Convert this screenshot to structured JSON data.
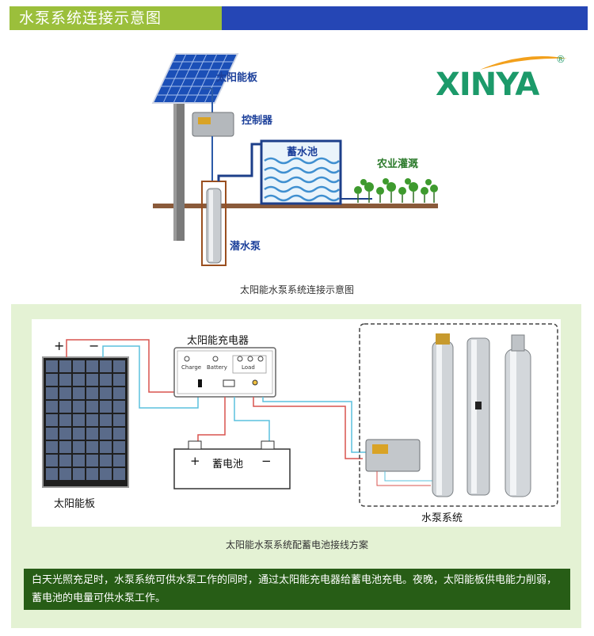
{
  "header": {
    "title": "水泵系统连接示意图",
    "accent_green": "#9bbf3b",
    "accent_blue": "#2546b5"
  },
  "logo": {
    "text": "XINYA",
    "registered": "®",
    "color": "#1c9a6a"
  },
  "diagram1": {
    "labels": {
      "solar_panel": "太阳能板",
      "controller": "控制器",
      "reservoir": "蓄水池",
      "irrigation": "农业灌溉",
      "submersible_pump": "潜水泵"
    },
    "caption": "太阳能水泵系统连接示意图"
  },
  "diagram2": {
    "labels": {
      "charger": "太阳能充电器",
      "charge": "Charge",
      "battery_small": "Battery",
      "load": "Load",
      "battery": "蓄电池",
      "plus": "+",
      "minus": "−",
      "solar_panel": "太阳能板",
      "pump_system": "水泵系统"
    },
    "caption": "太阳能水泵系统配蓄电池接线方案"
  },
  "description": "白天光照充足时，水泵系统可供水泵工作的同时，通过太阳能充电器给蓄电池充电。夜晚，太阳能板供电能力削弱，蓄电池的电量可供水泵工作。"
}
